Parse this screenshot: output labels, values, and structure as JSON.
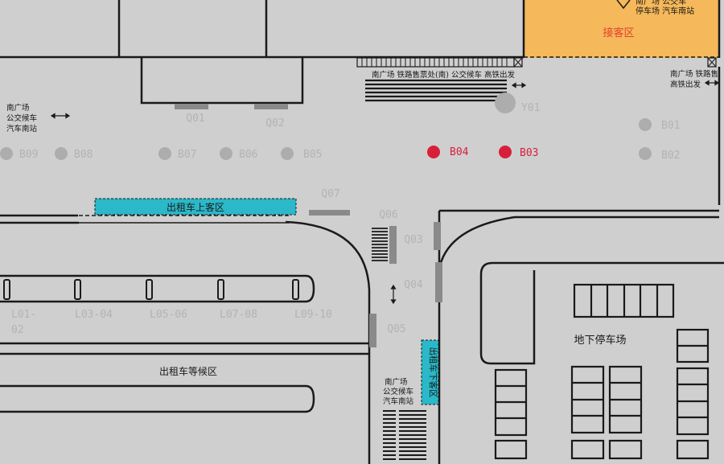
{
  "colors": {
    "background": "#cfcfcf",
    "wall": "#1a1a1a",
    "pickup_zone": "#f5b85a",
    "pickup_text": "#e6402e",
    "taxi_zone": "#2bb8c8",
    "marker_active": "#d81f3a",
    "marker_inactive": "#adadad",
    "code_text": "#b3b3b3",
    "active_code_text": "#d81f3a"
  },
  "zones": {
    "pickup": "接客区",
    "taxi_boarding": "出租车上客区",
    "taxi_waiting": "出租车等候区",
    "taxi_dropoff": "出租车下客区",
    "parking": "地下停车场"
  },
  "signs": {
    "top_right_a": "南广场 公交车",
    "top_right_b": "停车场 汽车南站",
    "corridor": "南广场  铁路售票处(南)  公交候车  高铁出发",
    "right_a": "南广场 铁路售",
    "right_b": "高铁出发",
    "left_a": "南广场",
    "left_b": "公交候车",
    "left_c": "汽车南站",
    "bottom_a": "南广场",
    "bottom_b": "公交候车",
    "bottom_c": "汽车南站"
  },
  "markers": [
    {
      "code": "B09",
      "active": false
    },
    {
      "code": "B08",
      "active": false
    },
    {
      "code": "B07",
      "active": false
    },
    {
      "code": "B06",
      "active": false
    },
    {
      "code": "B05",
      "active": false
    },
    {
      "code": "B04",
      "active": true
    },
    {
      "code": "B03",
      "active": true
    },
    {
      "code": "B01",
      "active": false
    },
    {
      "code": "B02",
      "active": false
    },
    {
      "code": "Y01",
      "active": false
    }
  ],
  "gates": [
    "Q01",
    "Q02",
    "Q07",
    "Q06",
    "Q03",
    "Q04",
    "Q05"
  ],
  "lanes": [
    "L01-",
    "02",
    "L03-04",
    "L05-06",
    "L07-08",
    "L09-10"
  ]
}
